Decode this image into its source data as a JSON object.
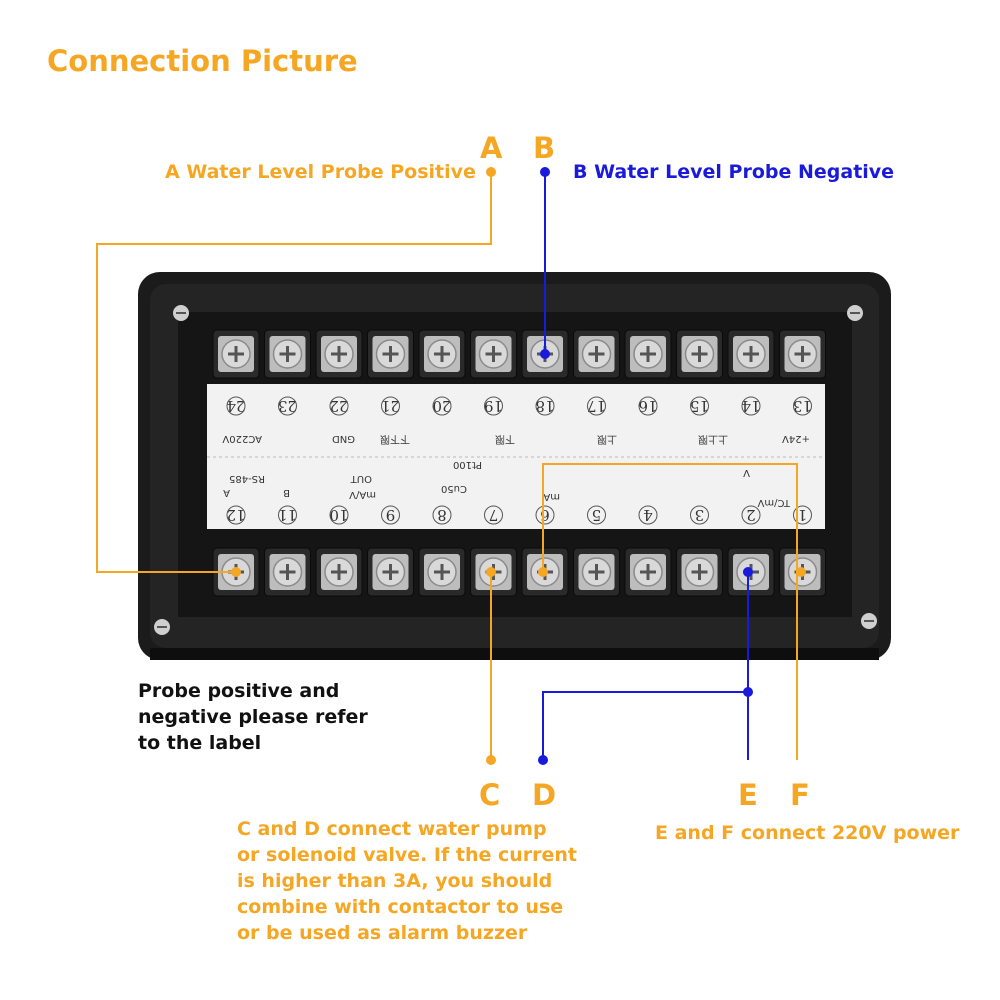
{
  "title": "Connection Picture",
  "letters": {
    "a": "A",
    "b": "B",
    "c": "C",
    "d": "D",
    "e": "E",
    "f": "F"
  },
  "labels": {
    "a": "A Water Level Probe Positive",
    "b": "B Water Level Probe Negative",
    "ef": "E and F connect 220V power"
  },
  "notes": {
    "probe": [
      "Probe positive and",
      "negative please refer",
      "to the label"
    ],
    "cd": [
      "C and D connect water pump",
      "or solenoid valve. If the current",
      "is higher than 3A,  you should",
      "combine with contactor to use",
      "or be used as alarm buzzer"
    ]
  },
  "colors": {
    "orange": "#f5a623",
    "blue": "#1a1adb",
    "device": "#1b1b1b"
  },
  "device": {
    "top_numbers": [
      "24",
      "23",
      "22",
      "21",
      "20",
      "19",
      "18",
      "17",
      "16",
      "15",
      "14",
      "13"
    ],
    "bottom_numbers": [
      "12",
      "11",
      "10",
      "9",
      "8",
      "7",
      "6",
      "5",
      "4",
      "3",
      "2",
      "1"
    ],
    "top_labels": [
      "AC220V",
      "GND",
      "下下限",
      "下限",
      "上限",
      "上上限",
      "+24V"
    ],
    "bottom_labels": [
      "RS-485",
      "B",
      "A",
      "OUT",
      "mA/V",
      "Pt100",
      "Cu50",
      "mA",
      "TC/mV",
      "V"
    ]
  }
}
